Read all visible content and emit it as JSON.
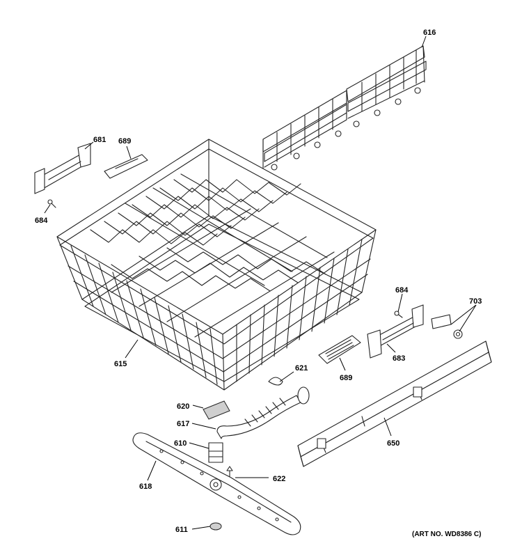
{
  "labels": {
    "p616": "616",
    "p681": "681",
    "p689a": "689",
    "p684a": "684",
    "p615": "615",
    "p684b": "684",
    "p703": "703",
    "p683": "683",
    "p689b": "689",
    "p621": "621",
    "p620": "620",
    "p617": "617",
    "p610": "610",
    "p618": "618",
    "p622": "622",
    "p650": "650",
    "p611": "611"
  },
  "art_number": "(ART NO. WD8386 C)"
}
